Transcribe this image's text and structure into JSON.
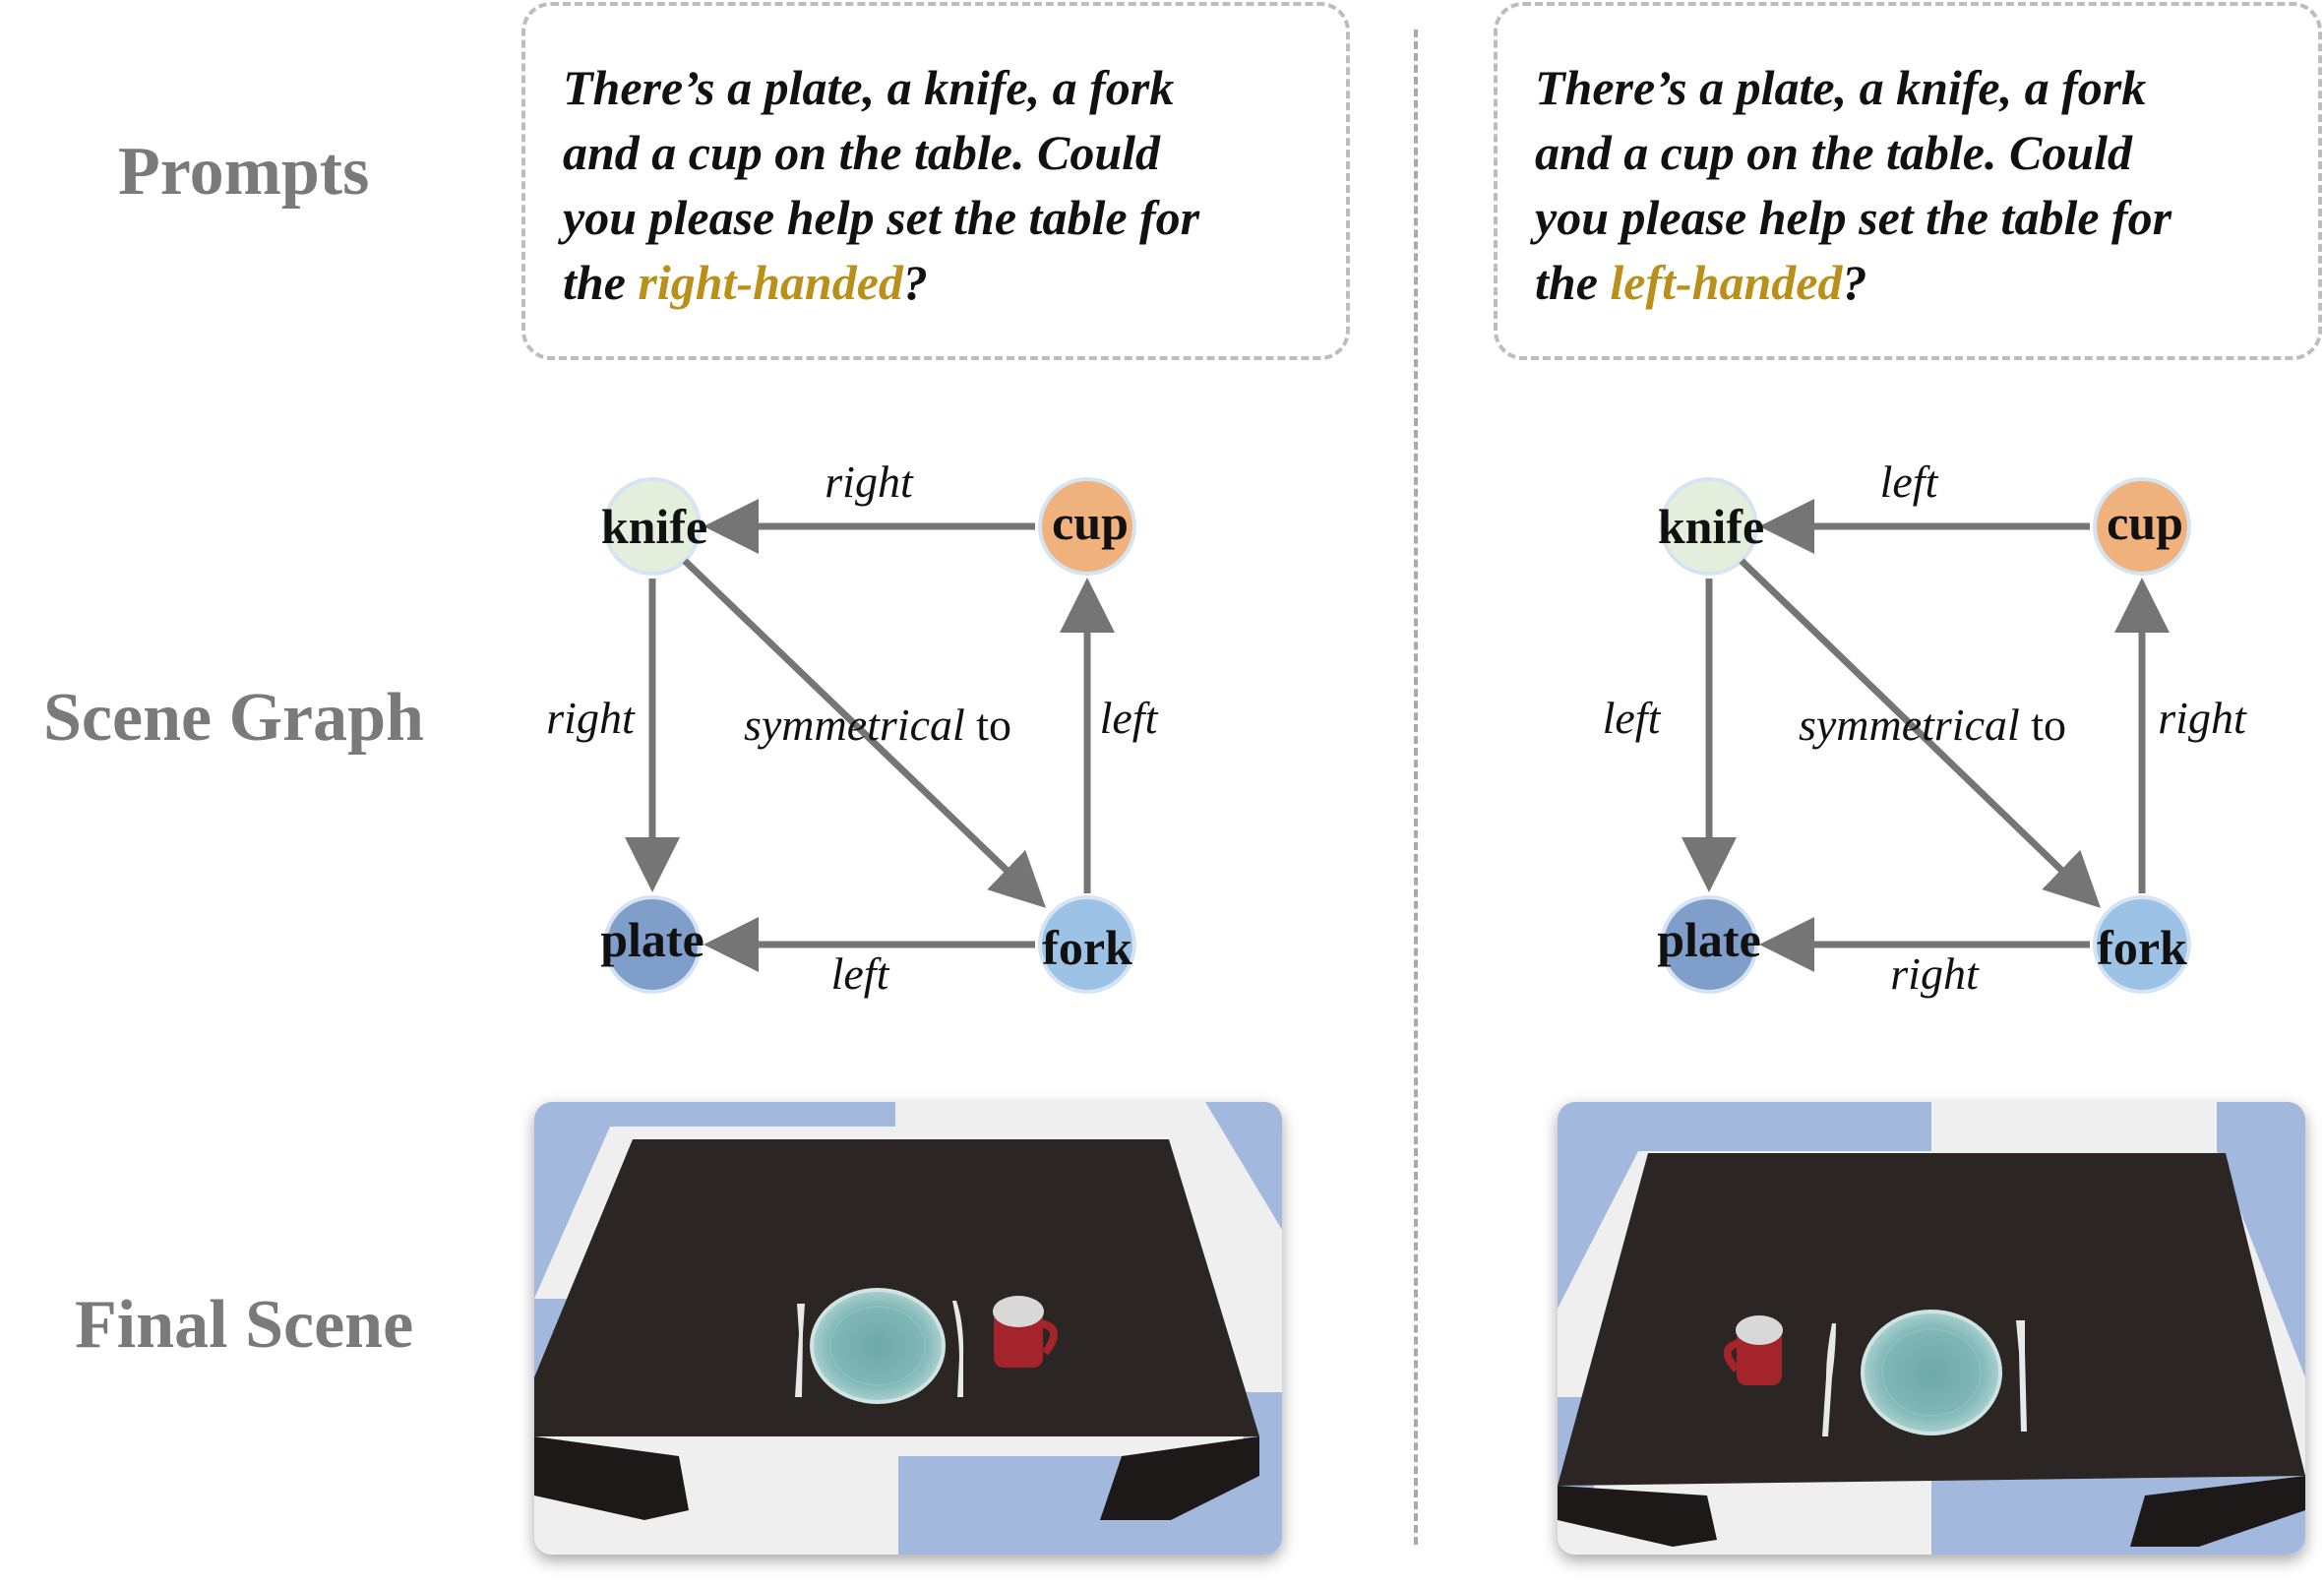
{
  "row_labels": {
    "prompts": "Prompts",
    "scene_graph": "Scene Graph",
    "final_scene": "Final Scene"
  },
  "panels": [
    {
      "prompt": {
        "text": "There’s a plate, a knife,  a fork\nand a cup on the table. Could\nyou please help set the table for\nthe ",
        "highlight": "right-handed",
        "end": "?"
      },
      "graph": {
        "nodes": {
          "knife": "knife",
          "cup": "cup",
          "plate": "plate",
          "fork": "fork"
        },
        "edges": {
          "cup_knife": "right",
          "knife_plate": "right",
          "fork_cup": "left",
          "fork_plate": "left",
          "knife_fork_italic": "symmetrical",
          "knife_fork_plain": " to"
        }
      }
    },
    {
      "prompt": {
        "text": "There’s a plate, a knife,  a fork\nand a cup on the table. Could\nyou please help set the table for\nthe ",
        "highlight": "left-handed",
        "end": "?"
      },
      "graph": {
        "nodes": {
          "knife": "knife",
          "cup": "cup",
          "plate": "plate",
          "fork": "fork"
        },
        "edges": {
          "cup_knife": "left",
          "knife_plate": "left",
          "fork_cup": "right",
          "fork_plate": "right",
          "knife_fork_italic": "symmetrical",
          "knife_fork_plain": " to"
        }
      }
    }
  ],
  "colors": {
    "knife": "#e3efdc",
    "cup": "#efb27d",
    "plate": "#7f9ec9",
    "fork": "#9cc2e6",
    "edge": "#757575",
    "highlight": "#b8901a",
    "label": "#7a7a7a",
    "floor_blue": "#a3b8dd",
    "floor_white": "#efefef",
    "table": "#2b2523",
    "dish": "#7fb4b4"
  }
}
